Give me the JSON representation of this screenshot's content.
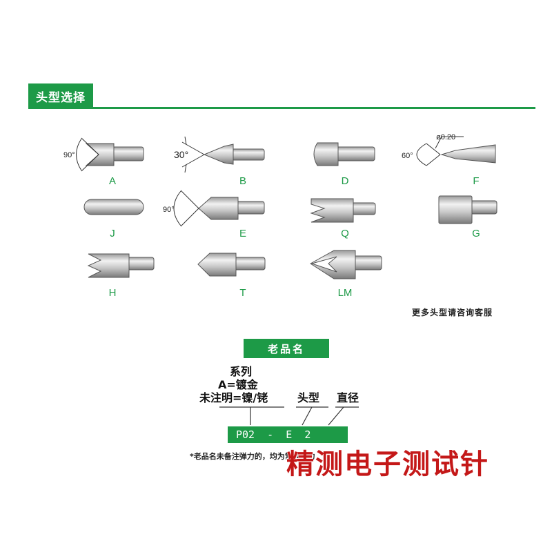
{
  "header": {
    "title": "头型选择"
  },
  "tips": [
    {
      "id": "a",
      "label": "A",
      "angle": "90°"
    },
    {
      "id": "b",
      "label": "B",
      "angle": "30°"
    },
    {
      "id": "d",
      "label": "D"
    },
    {
      "id": "f",
      "label": "F",
      "angle": "60°",
      "diameter": "ø0.20"
    },
    {
      "id": "j",
      "label": "J"
    },
    {
      "id": "e",
      "label": "E",
      "angle": "90°"
    },
    {
      "id": "q",
      "label": "Q"
    },
    {
      "id": "g",
      "label": "G"
    },
    {
      "id": "h",
      "label": "H"
    },
    {
      "id": "t",
      "label": "T"
    },
    {
      "id": "lm",
      "label": "LM"
    }
  ],
  "more_note": "更多头型请咨询客服",
  "old_name": {
    "badge": "老品名",
    "series_label": "系列",
    "plating_gold": "A=镀金",
    "plating_default": "未注明=镍/铑",
    "tip_label": "头型",
    "diameter_label": "直径",
    "code": "P02  -  E  2"
  },
  "footnote": "*老品名未备注弹力的，均为常规弹力",
  "watermark": "精测电子测试针",
  "colors": {
    "accent": "#1d9a47",
    "watermark": "#c41818"
  }
}
